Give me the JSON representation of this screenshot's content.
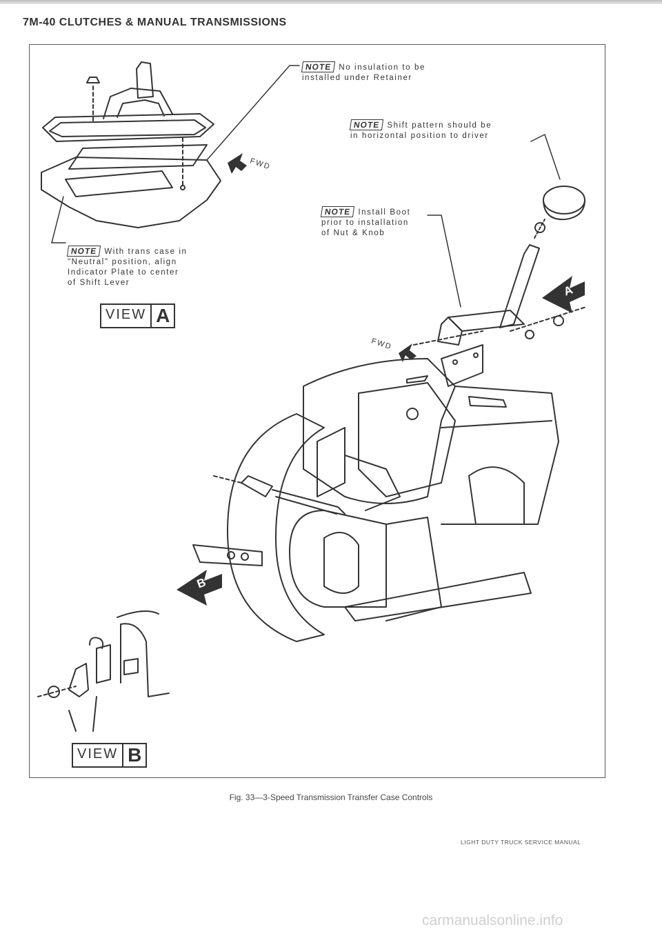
{
  "header": {
    "title": "7M-40 CLUTCHES & MANUAL TRANSMISSIONS"
  },
  "notes": [
    {
      "tag": "NOTE",
      "lines": [
        "No insulation to be",
        "installed under Retainer"
      ]
    },
    {
      "tag": "NOTE",
      "lines": [
        "Shift pattern should be",
        "in horizontal position to driver"
      ]
    },
    {
      "tag": "NOTE",
      "lines": [
        "Install Boot",
        "prior to installation",
        "of Nut & Knob"
      ]
    },
    {
      "tag": "NOTE",
      "lines": [
        "With trans case in",
        "\"Neutral\" position, align",
        "Indicator Plate to center",
        "of Shift Lever"
      ]
    }
  ],
  "labels": {
    "fwd": "FWD",
    "view_word": "VIEW",
    "view_a": "A",
    "view_b": "B",
    "arrow_a": "A",
    "arrow_b": "B"
  },
  "caption": "Fig. 33—3-Speed Transmission Transfer Case Controls",
  "footer": "LIGHT DUTY TRUCK SERVICE MANUAL",
  "watermark": "carmanualsonline.info",
  "icons": [
    "fwd-arrow-icon",
    "view-a-arrow-icon",
    "view-b-arrow-icon"
  ]
}
